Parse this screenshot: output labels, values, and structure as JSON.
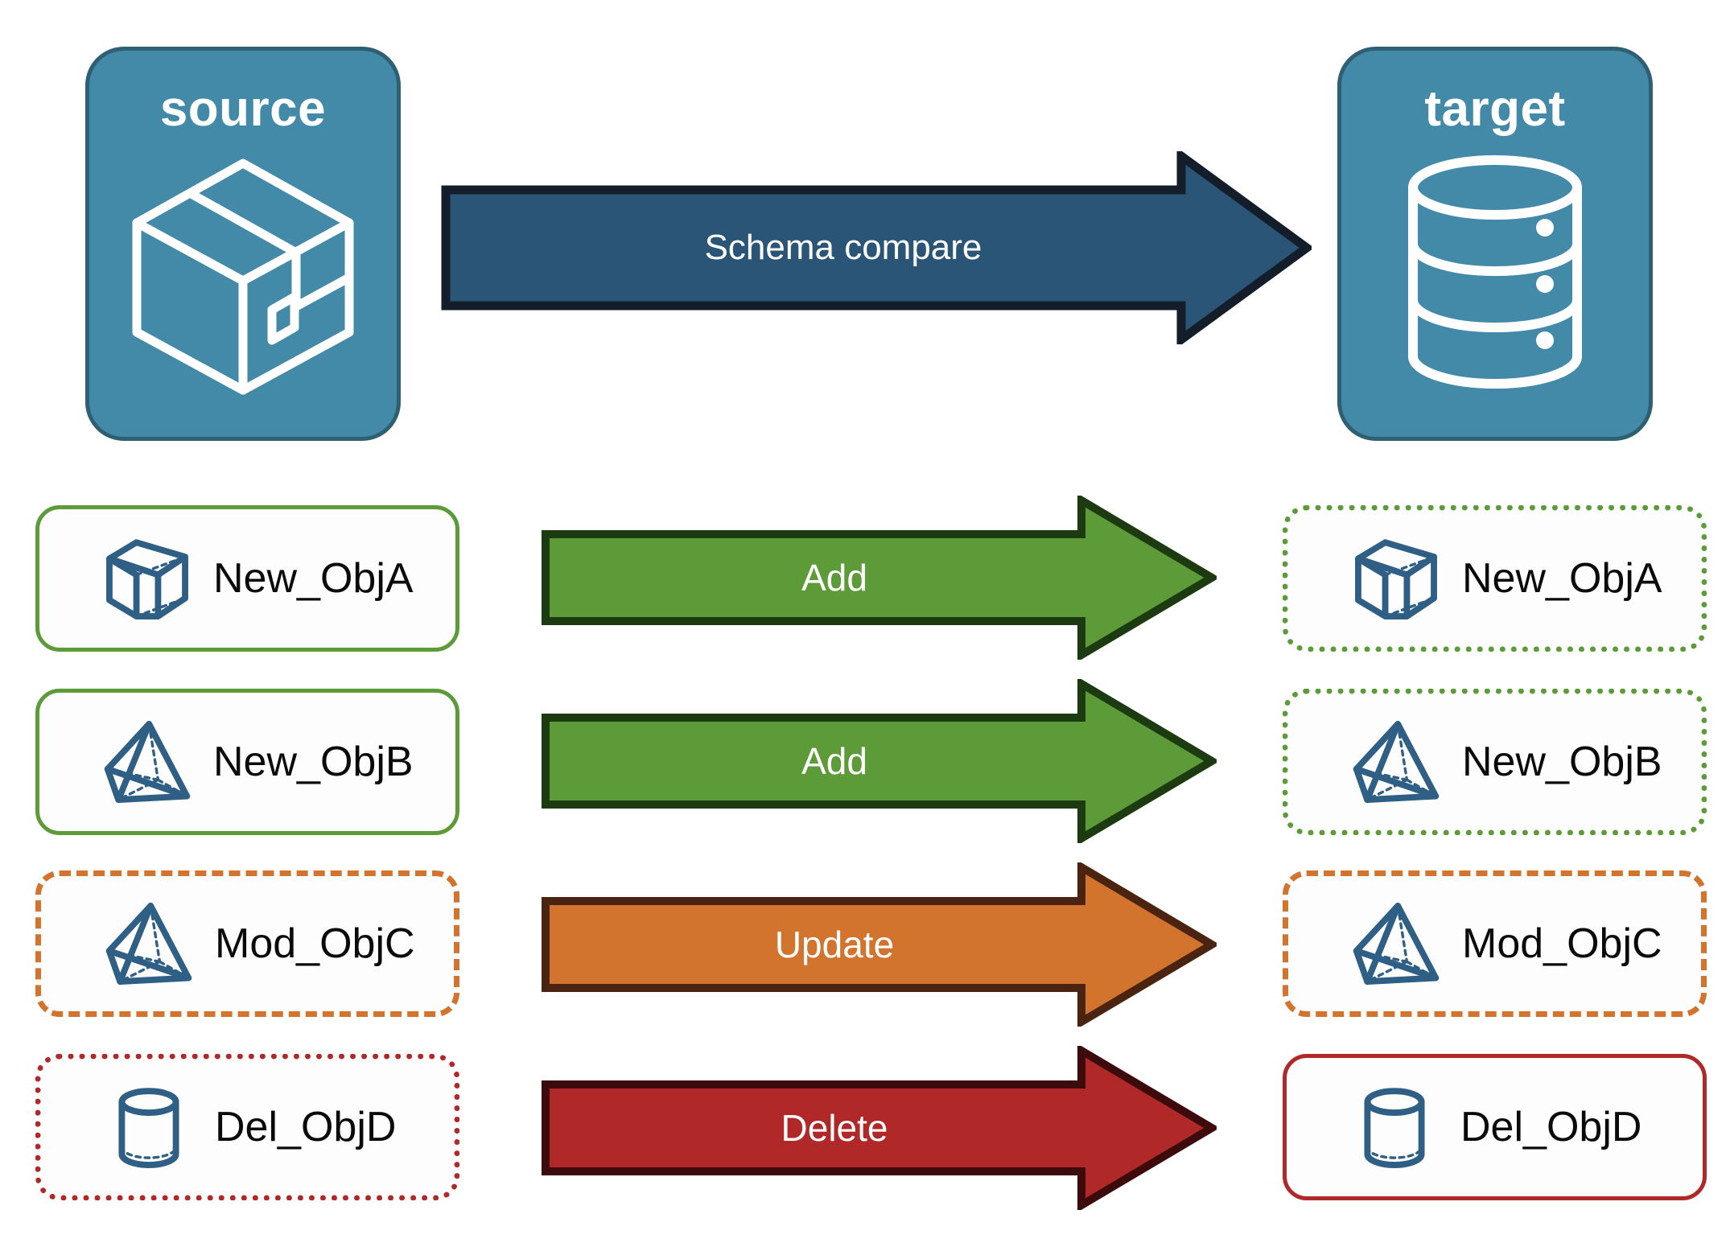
{
  "diagram": {
    "title_source": "source",
    "title_target": "target",
    "compare_arrow_label": "Schema compare",
    "colors": {
      "panel_fill": "#4389a8",
      "panel_stroke": "#2f5f73",
      "compare_arrow_fill": "#2b5576",
      "compare_arrow_stroke": "#141e2b",
      "icon_blue": "#2f5f85",
      "add_fill": "#5d9b39",
      "add_stroke": "#1d3b10",
      "update_fill": "#d3742e",
      "update_stroke": "#4a2410",
      "delete_fill": "#b02828",
      "delete_stroke": "#3d0b0b",
      "green_border": "#5d9b39",
      "orange_border": "#d3742e",
      "red_border": "#b02828",
      "text_dark": "#0a0a0a"
    }
  },
  "endpoints": {
    "source": {
      "label": "source",
      "icon": "package-box-icon"
    },
    "target": {
      "label": "target",
      "icon": "database-cylinder-icon"
    }
  },
  "rows": [
    {
      "action": "Add",
      "arrow_fill": "#5d9b39",
      "arrow_stroke": "#1d3b10",
      "source": {
        "label": "New_ObjA",
        "icon": "wireframe-cube-icon",
        "border_style": "solid",
        "border_color": "#5d9b39"
      },
      "target": {
        "label": "New_ObjA",
        "icon": "wireframe-cube-icon",
        "border_style": "dotted",
        "border_color": "#5d9b39"
      }
    },
    {
      "action": "Add",
      "arrow_fill": "#5d9b39",
      "arrow_stroke": "#1d3b10",
      "source": {
        "label": "New_ObjB",
        "icon": "wireframe-pyramid-icon",
        "border_style": "solid",
        "border_color": "#5d9b39"
      },
      "target": {
        "label": "New_ObjB",
        "icon": "wireframe-pyramid-icon",
        "border_style": "dotted",
        "border_color": "#5d9b39"
      }
    },
    {
      "action": "Update",
      "arrow_fill": "#d3742e",
      "arrow_stroke": "#4a2410",
      "source": {
        "label": "Mod_ObjC",
        "icon": "wireframe-pyramid-icon",
        "border_style": "dashed",
        "border_color": "#d3742e"
      },
      "target": {
        "label": "Mod_ObjC",
        "icon": "wireframe-pyramid-icon",
        "border_style": "dashed",
        "border_color": "#d3742e"
      }
    },
    {
      "action": "Delete",
      "arrow_fill": "#b02828",
      "arrow_stroke": "#3d0b0b",
      "source": {
        "label": "Del_ObjD",
        "icon": "wireframe-cylinder-icon",
        "border_style": "dotted",
        "border_color": "#b02828"
      },
      "target": {
        "label": "Del_ObjD",
        "icon": "wireframe-cylinder-icon",
        "border_style": "solid",
        "border_color": "#b02828"
      }
    }
  ]
}
